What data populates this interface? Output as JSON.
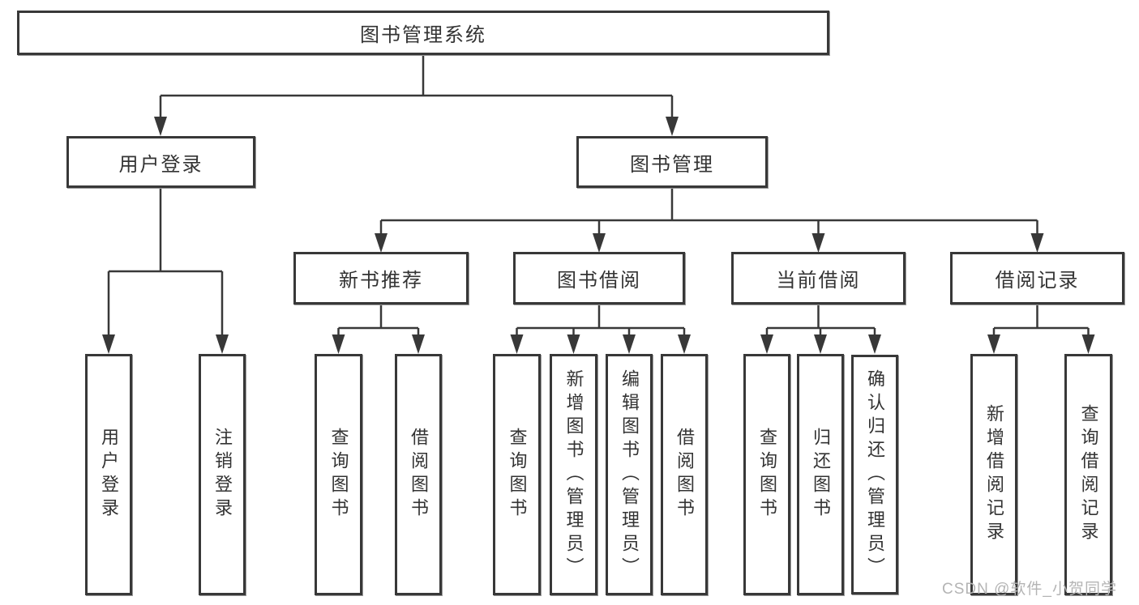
{
  "tree": {
    "root": {
      "label": "图书管理系统"
    },
    "branches": [
      {
        "label": "用户登录",
        "children": [
          {
            "label": "用户登录"
          },
          {
            "label": "注销登录"
          }
        ]
      },
      {
        "label": "图书管理",
        "children": [
          {
            "label": "新书推荐",
            "children": [
              {
                "label": "查询图书"
              },
              {
                "label": "借阅图书"
              }
            ]
          },
          {
            "label": "图书借阅",
            "children": [
              {
                "label": "查询图书"
              },
              {
                "label": "新增图书（管理员）"
              },
              {
                "label": "编辑图书（管理员）"
              },
              {
                "label": "借阅图书"
              }
            ]
          },
          {
            "label": "当前借阅",
            "children": [
              {
                "label": "查询图书"
              },
              {
                "label": "归还图书"
              },
              {
                "label": "确认归还（管理员）"
              }
            ]
          },
          {
            "label": "借阅记录",
            "children": [
              {
                "label": "新增借阅记录"
              },
              {
                "label": "查询借阅记录"
              }
            ]
          }
        ]
      }
    ]
  },
  "watermark": {
    "text": "CSDN @软件_小贺同学"
  },
  "colors": {
    "line": "#383838",
    "text": "#333333",
    "watermark": "#b4b4b4",
    "background": "#ffffff"
  }
}
